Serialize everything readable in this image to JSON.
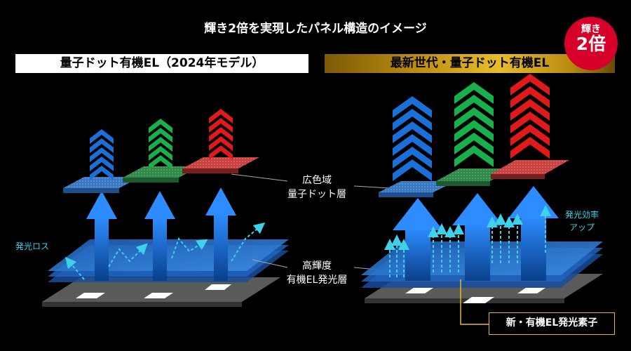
{
  "title": "輝き2倍を実現したパネル構造のイメージ",
  "badge": {
    "line1": "輝き",
    "line2": "2倍"
  },
  "left_panel": {
    "label": "量子ドット有機EL（2024年モデル）",
    "loss_label": "発光ロス"
  },
  "right_panel": {
    "label": "最新世代・量子ドット有機EL",
    "efficiency_label": [
      "発光効率",
      "アップ"
    ],
    "new_element_label": "新・有機EL発光素子"
  },
  "callouts": {
    "qd_layer": [
      "広色域",
      "量子ドット層"
    ],
    "el_layer": [
      "高輝度",
      "有機EL発光層"
    ]
  },
  "colors": {
    "background": "#000000",
    "blue": "#1b6fd8",
    "green": "#18b04a",
    "red": "#e01a1a",
    "cyan": "#3fd0ea",
    "gold": "#e7b52b",
    "badge_red": "#d7002a"
  }
}
